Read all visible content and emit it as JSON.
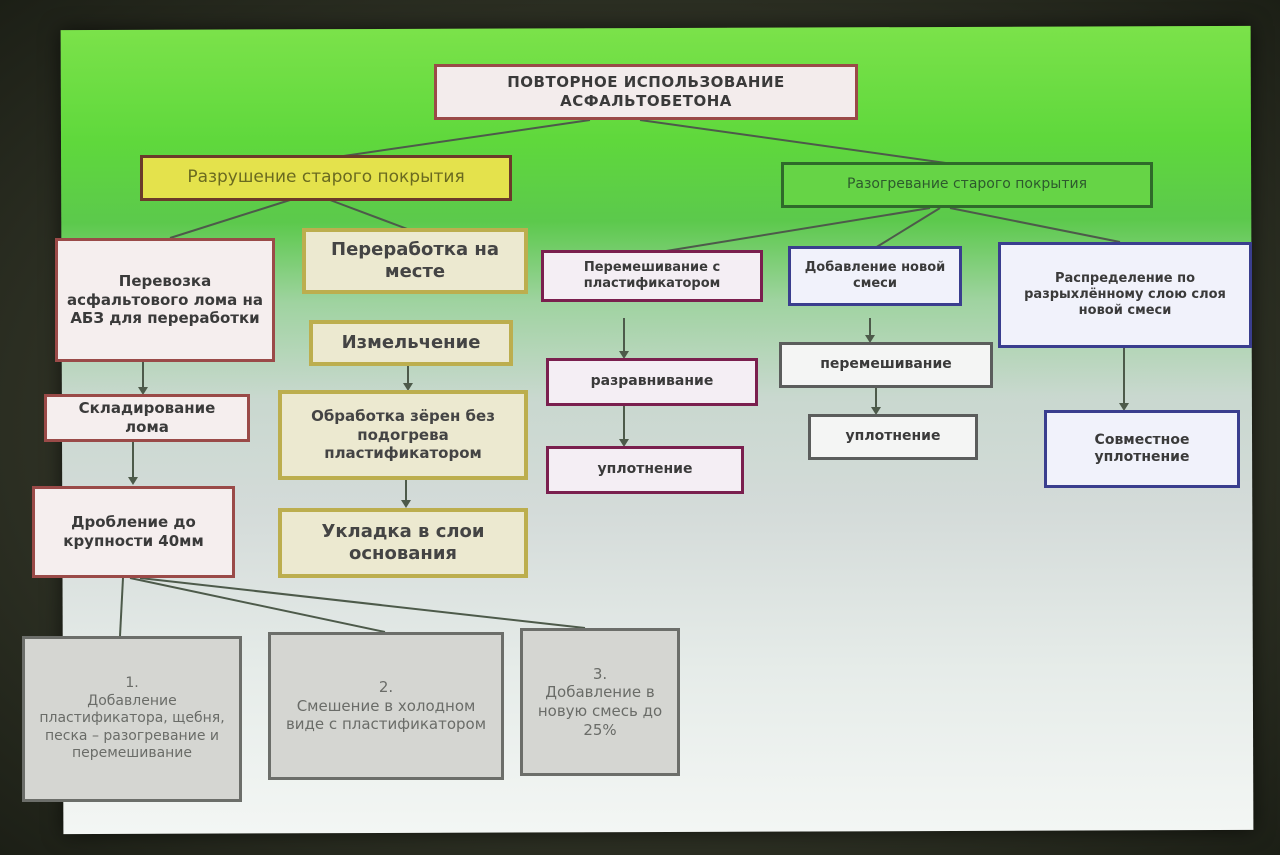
{
  "diagram": {
    "title": "ПОВТОРНОЕ ИСПОЛЬЗОВАНИЕ АСФАЛЬТОБЕТОНА",
    "branches": {
      "left": "Разрушение старого покрытия",
      "right": "Разогревание старого покрытия"
    },
    "col_transport": {
      "head": "Перевозка асфальтового лома на АБЗ для переработки",
      "step1": "Складирование лома",
      "step2": "Дробление до крупности 40мм"
    },
    "col_onsite": {
      "head": "Переработка на месте",
      "step1": "Измельчение",
      "step2": "Обработка зёрен без подогрева пластификатором",
      "step3": "Укладка в слои основания"
    },
    "col_mix": {
      "head": "Перемешивание с пластификатором",
      "step1": "разравнивание",
      "step2": "уплотнение"
    },
    "col_add": {
      "head": "Добавление новой смеси",
      "step1": "перемешивание",
      "step2": "уплотнение"
    },
    "col_spread": {
      "head": "Распределение по разрыхлённому слою слоя новой смеси",
      "step1": "Совместное уплотнение"
    },
    "options": [
      {
        "num": "1.",
        "text": "Добавление пластификатора, щебня, песка – разогревание и перемешивание"
      },
      {
        "num": "2.",
        "text": "Смешение в холодном виде с пластификатором"
      },
      {
        "num": "3.",
        "text": "Добавление в новую смесь до 25%"
      }
    ]
  },
  "colors": {
    "connector": "#4d5a4a",
    "branch_left_fill": "#e4e24c",
    "branch_right_fill": "#66d446",
    "option_fill": "#d5d6d2"
  }
}
